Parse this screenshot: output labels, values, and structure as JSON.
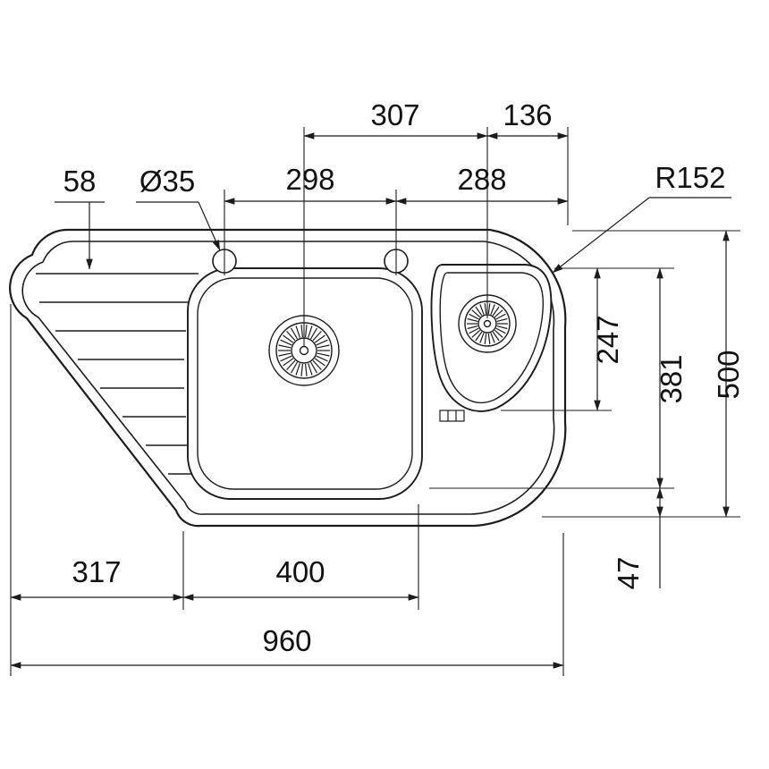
{
  "drawing": {
    "subject": "corner kitchen sink - top view technical drawing",
    "line_color": "#1c1c1c",
    "background_color": "#ffffff"
  },
  "dims": {
    "d307": "307",
    "d136": "136",
    "d298": "298",
    "d288": "288",
    "d58": "58",
    "dia35": "Ø35",
    "r152": "R152",
    "d247": "247",
    "d381": "381",
    "d500": "500",
    "d47": "47",
    "d317": "317",
    "d400": "400",
    "d960": "960"
  }
}
